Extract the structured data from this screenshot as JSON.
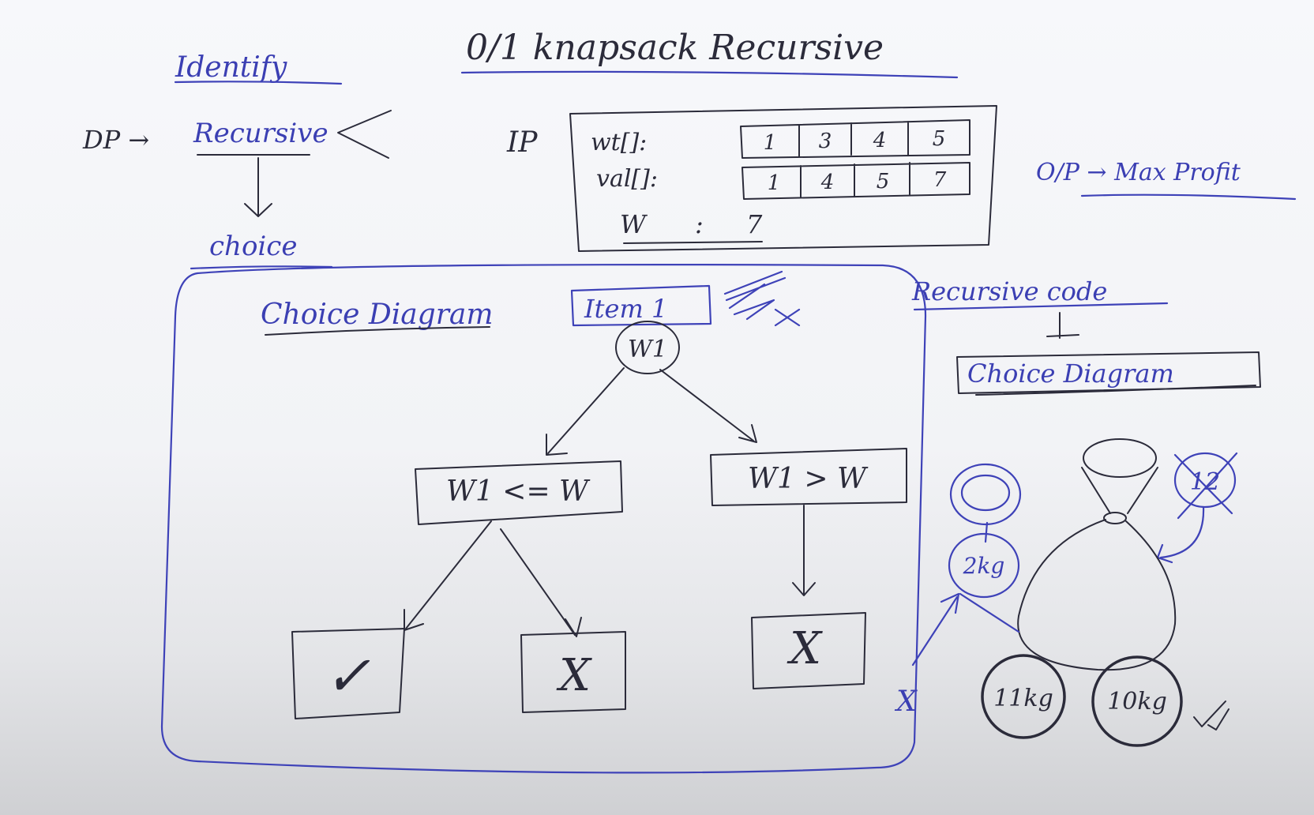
{
  "title": "0/1 knapsack Recursive",
  "identify": {
    "heading": "Identify",
    "dp_label": "DP →",
    "recursive": "Recursive",
    "choice": "choice"
  },
  "input": {
    "ip_label": "IP",
    "wt_label": "wt[]:",
    "wt": [
      "1",
      "3",
      "4",
      "5"
    ],
    "val_label": "val[]:",
    "val": [
      "1",
      "4",
      "5",
      "7"
    ],
    "w_label": "W",
    "w_sep": ":",
    "w_value": "7"
  },
  "output": "O/P → Max Profit",
  "choice_diagram": {
    "heading": "Choice Diagram",
    "item_label": "Item 1",
    "root": "W1",
    "left_condition": "W1 <= W",
    "right_condition": "W1 > W",
    "include_mark": "✓",
    "exclude_mark": "X",
    "forced_exclude_mark": "X"
  },
  "right_panel": {
    "recursive_code": "Recursive code",
    "choice_diagram": "Choice Diagram",
    "item_weight": "2kg",
    "capacity_crossed": "12",
    "bag_left": "11kg",
    "bag_right": "10kg",
    "cross_mark": "X"
  },
  "colors": {
    "marker_blue": "#3e42b8",
    "marker_black": "#2b2b3a"
  }
}
